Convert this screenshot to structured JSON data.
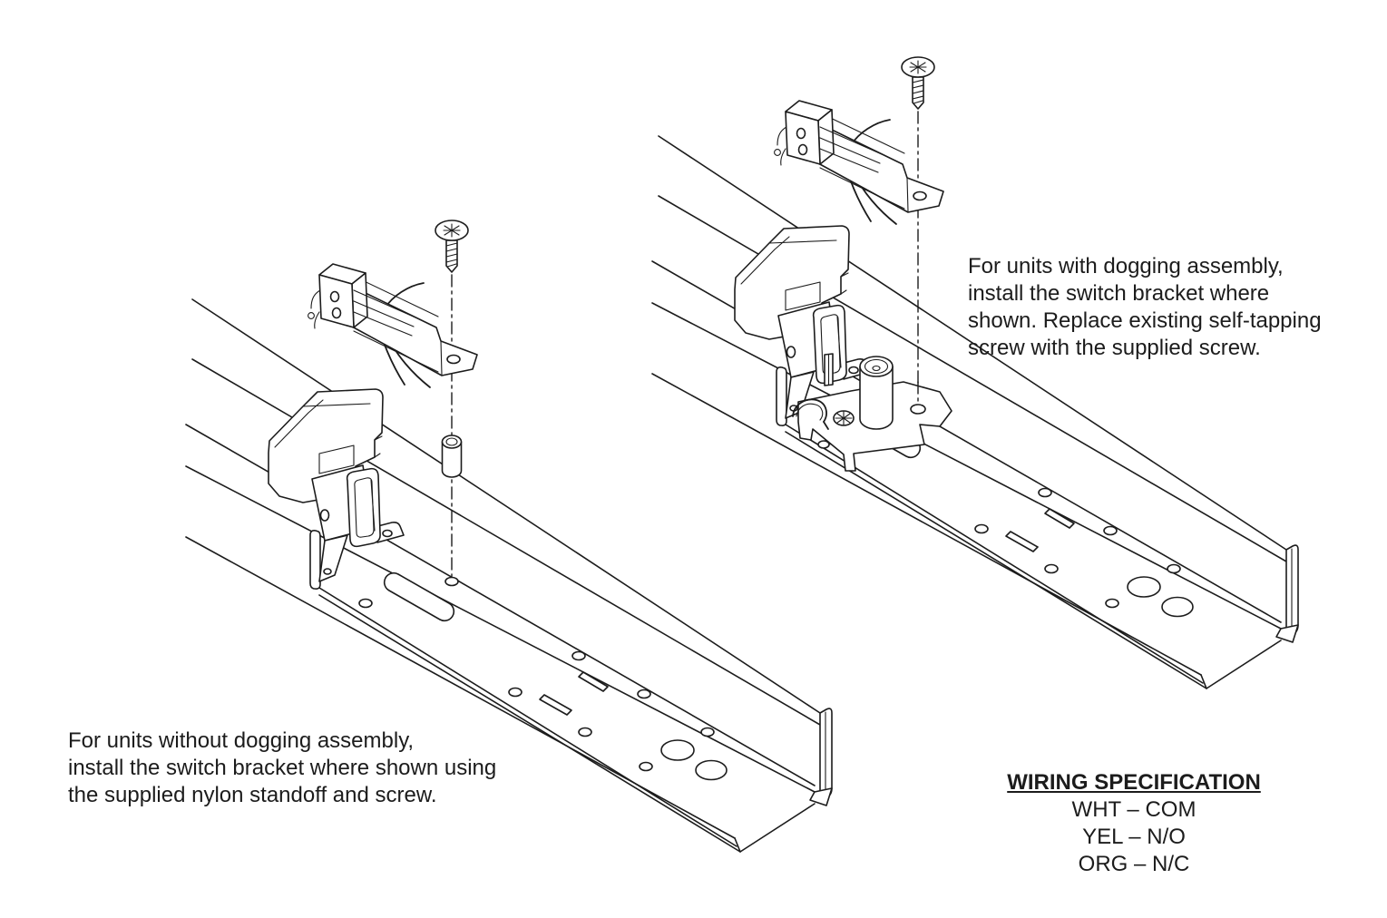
{
  "diagram": {
    "left": {
      "caption_lines": [
        "For units without dogging assembly,",
        "install the switch bracket where shown using",
        "the supplied nylon standoff and screw."
      ]
    },
    "right": {
      "caption_lines": [
        "For units with dogging assembly,",
        "install the switch bracket where",
        "shown. Replace existing self-tapping",
        "screw with the supplied screw."
      ]
    },
    "wiring_spec": {
      "title": "WIRING SPECIFICATION",
      "entries": [
        "WHT – COM",
        "YEL – N/O",
        "ORG – N/C"
      ]
    },
    "colors": {
      "line": "#1c1c1c",
      "text": "#1c1c1c",
      "background": "#ffffff"
    }
  }
}
